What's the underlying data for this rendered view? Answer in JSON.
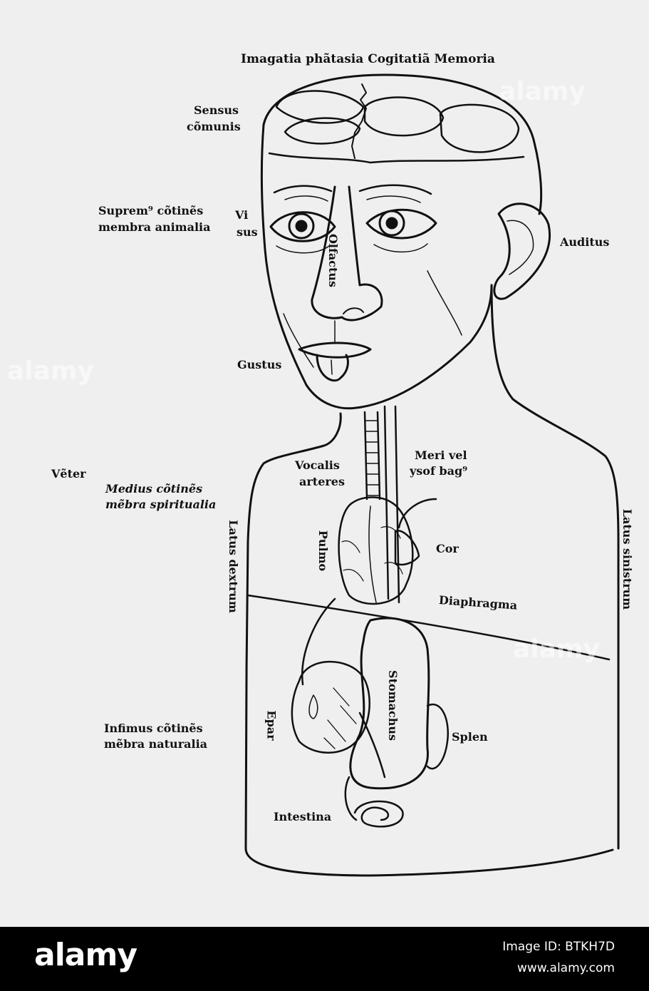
{
  "labels": {
    "header": "Imagatia phãtasia Cogitatiã Memoria",
    "sensus": "Sensus",
    "communis": "cõmunis",
    "supremus1": "Suprem⁹ cõtinẽs",
    "supremus2": "membra animalia",
    "visus1": "Vi",
    "visus2": "sus",
    "auditus": "Auditus",
    "olfactus": "Olfactus",
    "gustus": "Gustus",
    "venter": "Vẽter",
    "medius1": "Medius cõtinẽs",
    "medius2": "mẽbra spiritualia",
    "vocalis1": "Vocalis",
    "vocalis2": "arteres",
    "meri1": "Meri vel",
    "meri2": "ysof bag⁹",
    "latus_dextrum": "Latus dextrum",
    "latus_sinistrum": "Latus sinistrum",
    "pulmo": "Pulmo",
    "cor": "Cor",
    "diaphragma": "Diaphragma",
    "stomachus": "Stomachus",
    "epar": "Epar",
    "splen": "Splen",
    "infimus1": "Infimus cõtinẽs",
    "infimus2": "mẽbra naturalia",
    "intestina": "Intestina"
  },
  "watermark": "alamy",
  "footer": {
    "brand": "alamy",
    "image_id": "Image ID: BTKH7D",
    "site": "www.alamy.com"
  },
  "colors": {
    "ink": "#111111",
    "paper": "#efefef",
    "footer_bg": "#000000",
    "footer_text": "#ffffff"
  }
}
